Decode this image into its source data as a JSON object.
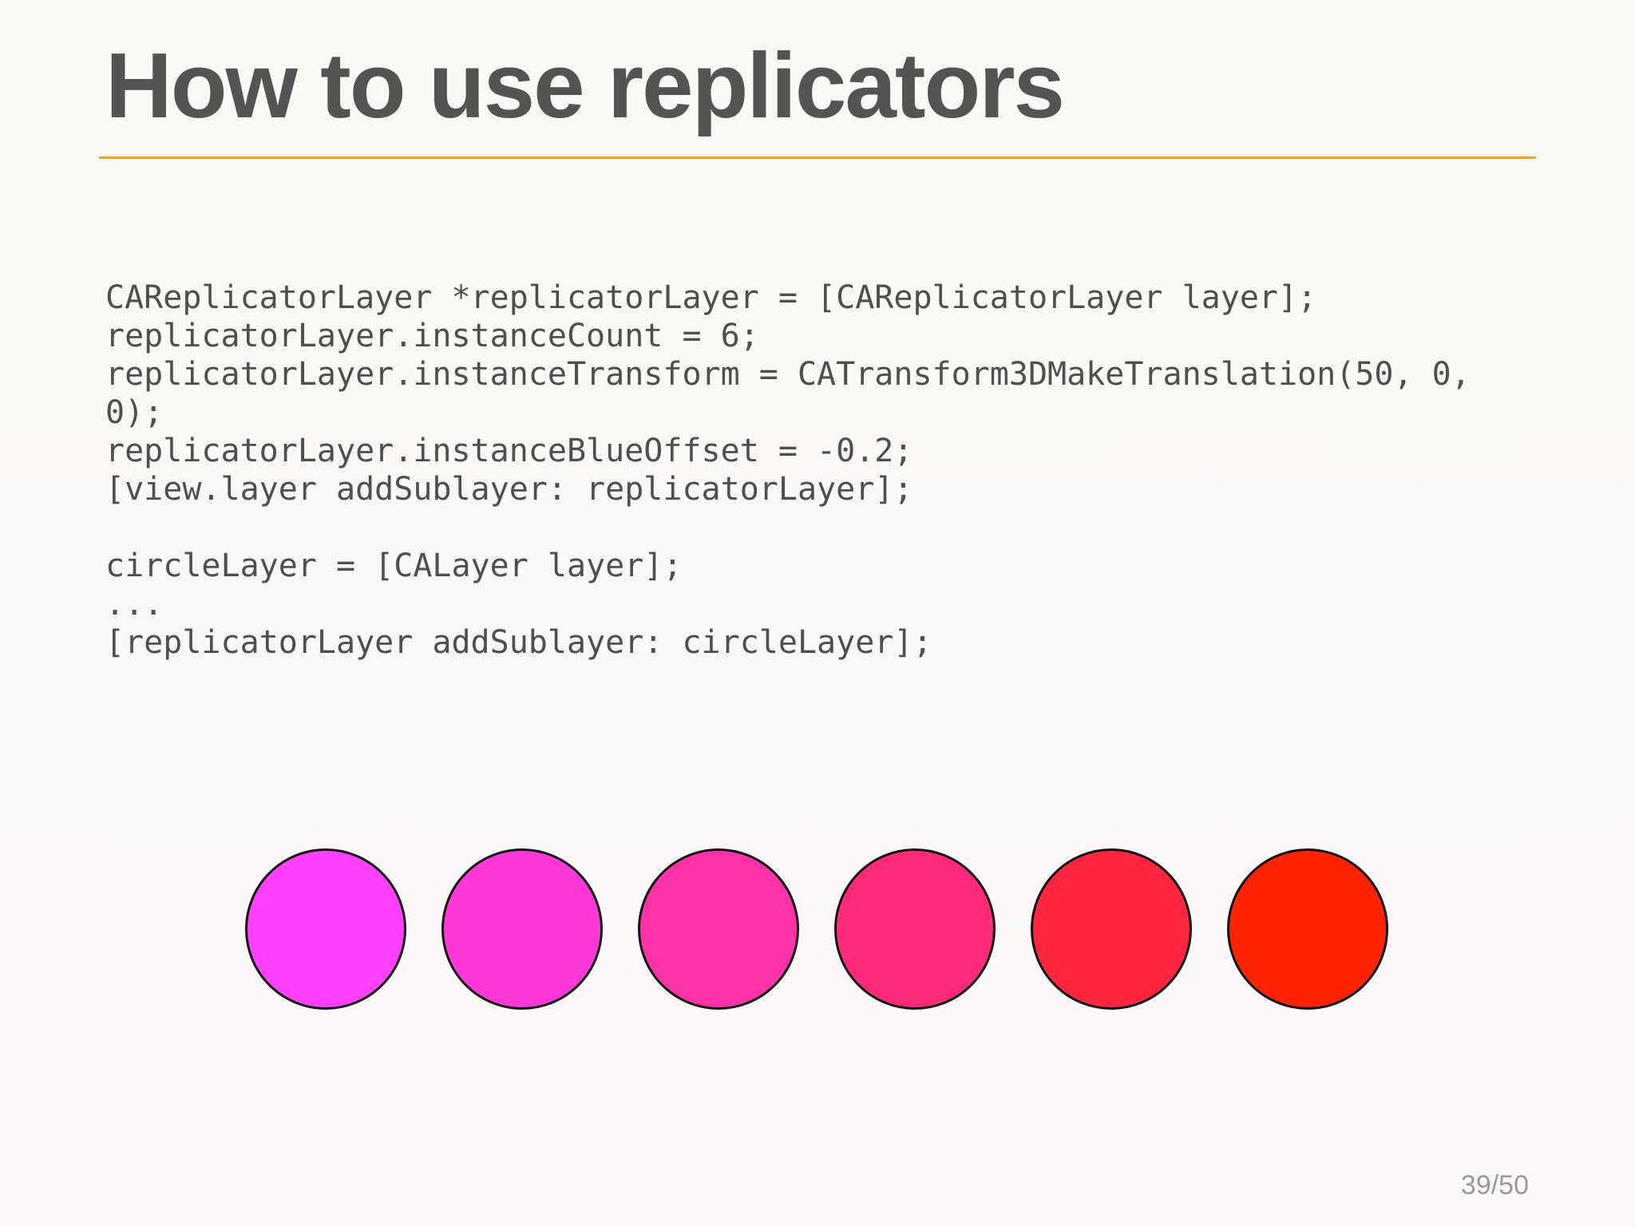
{
  "slide": {
    "title": "How to use replicators",
    "code_lines": [
      "CAReplicatorLayer *replicatorLayer = [CAReplicatorLayer layer];",
      "replicatorLayer.instanceCount = 6;",
      "replicatorLayer.instanceTransform = CATransform3DMakeTranslation(50, 0,",
      "0);",
      "replicatorLayer.instanceBlueOffset = -0.2;",
      "[view.layer addSublayer: replicatorLayer];",
      "",
      "circleLayer = [CALayer layer];",
      "...",
      "[replicatorLayer addSublayer: circleLayer];"
    ],
    "page_number": "39/50"
  },
  "colors": {
    "accent_rule": "#e8a23a",
    "circle_border": "#111111",
    "circles": [
      "#ff40ff",
      "#ff38d8",
      "#ff32a8",
      "#ff2a78",
      "#ff2640",
      "#ff2400"
    ]
  }
}
